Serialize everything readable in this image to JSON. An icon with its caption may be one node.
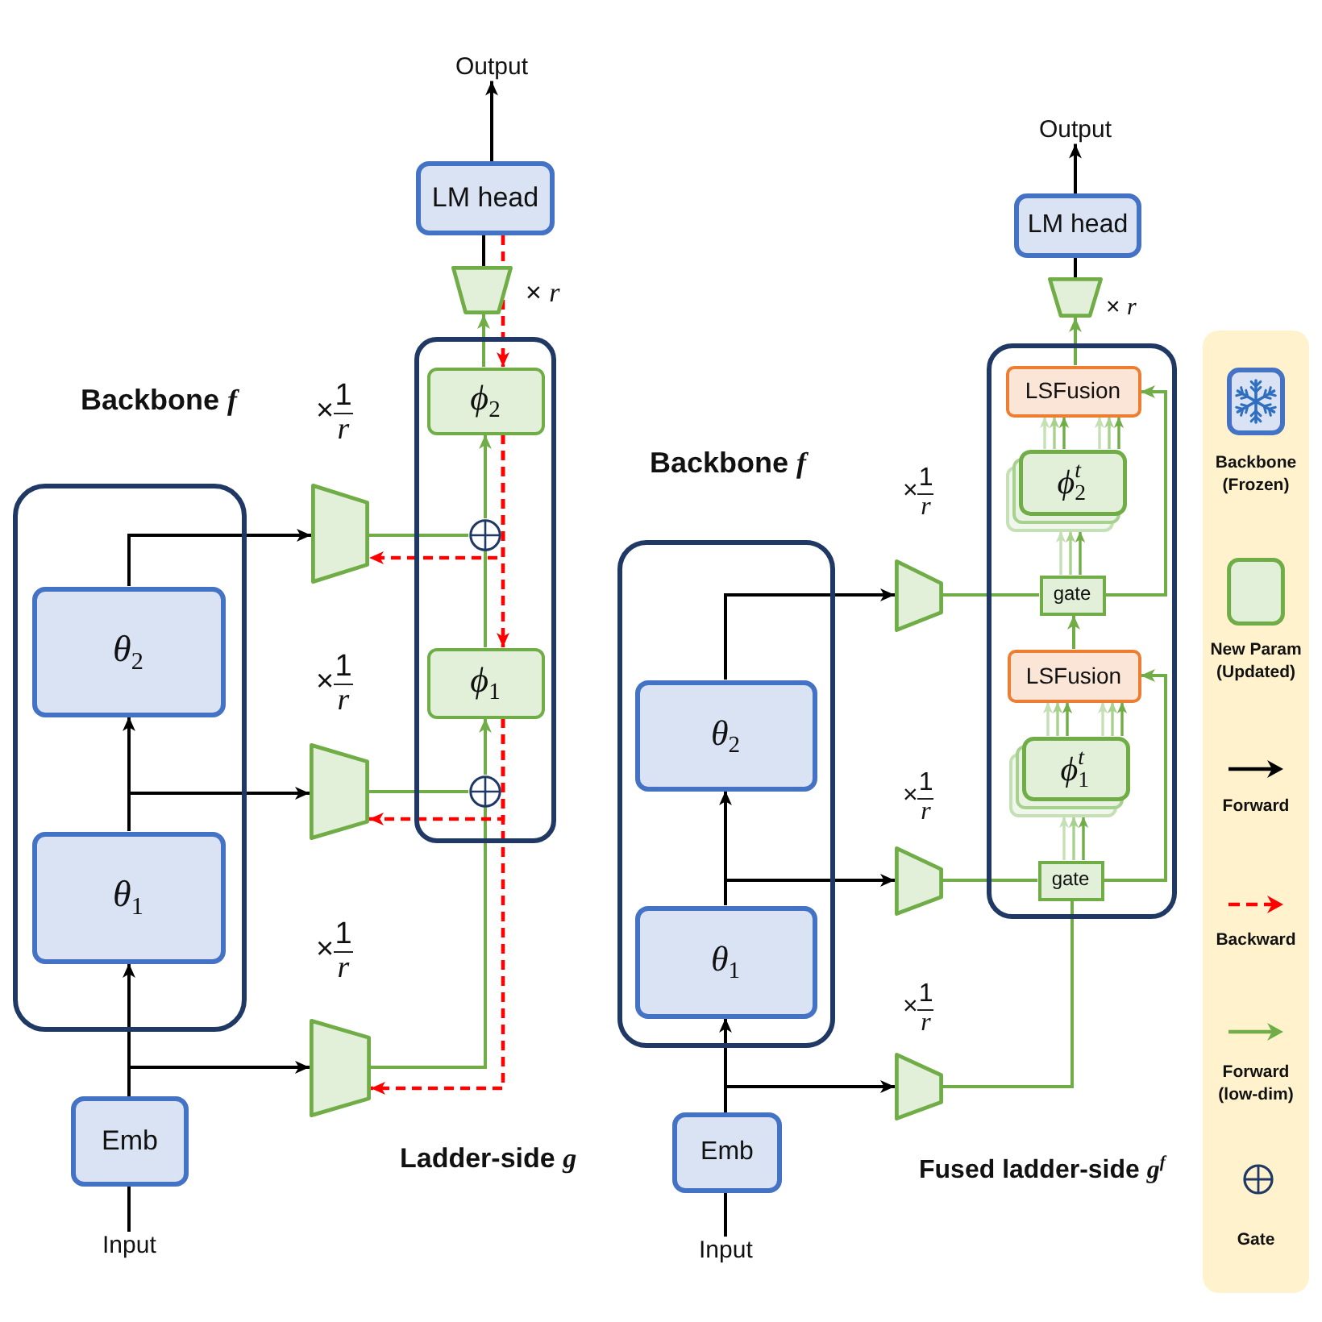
{
  "diagram": {
    "nodes": [
      {
        "text": [
          "Output"
        ]
      },
      {
        "text": [
          "LM head"
        ]
      },
      {
        "text": [],
        "shape": "trapezoid",
        "beside": [
          "× *r*"
        ]
      },
      {
        "text": [],
        "shape": "box"
      },
      {
        "text": [
          "ϕ$_{2}$"
        ],
        "in": 3
      },
      {
        "text": [],
        "shape": "circle",
        "in": 3
      },
      {
        "text": [
          "ϕ$_{1}$"
        ],
        "in": 3
      },
      {
        "text": [],
        "shape": "circle",
        "in": 3
      },
      {
        "text": [],
        "shape": "box"
      },
      {
        "text": [
          "θ$_{2}$"
        ],
        "in": 8
      },
      {
        "text": [
          "θ$_{1}$"
        ],
        "in": 8
      },
      {
        "text": [],
        "shape": "trapezoid",
        "beside": [
          "×$^{1}$$_{r}$"
        ]
      },
      {
        "text": [],
        "shape": "trapezoid",
        "beside": [
          "×$^{1}$$_{r}$"
        ]
      },
      {
        "text": [],
        "shape": "trapezoid",
        "beside": [
          "×$^{1}$$_{r}$"
        ]
      },
      {
        "text": [
          "Emb"
        ]
      },
      {
        "text": [
          "Input"
        ]
      },
      {
        "text": [
          "Output"
        ]
      },
      {
        "text": [
          "LM head"
        ]
      },
      {
        "text": [],
        "shape": "trapezoid",
        "beside": [
          "× *r*"
        ]
      },
      {
        "text": [],
        "shape": "box"
      },
      {
        "text": [
          "LSFusion"
        ],
        "in": 19
      },
      {
        "text": [
          "ϕ$^{t}$$_{2}$"
        ],
        "in": 19
      },
      {
        "text": [
          "gate"
        ],
        "in": 19
      },
      {
        "text": [
          "LSFusion"
        ],
        "in": 19
      },
      {
        "text": [
          "ϕ$^{t}$$_{1}$"
        ],
        "in": 19
      },
      {
        "text": [
          "gate"
        ],
        "in": 19
      },
      {
        "text": [],
        "shape": "box"
      },
      {
        "text": [
          "θ$_{2}$"
        ],
        "in": 26
      },
      {
        "text": [
          "θ$_{1}$"
        ],
        "in": 26
      },
      {
        "text": [],
        "shape": "trapezoid",
        "beside": [
          "×$^{1}$$_{r}$"
        ]
      },
      {
        "text": [],
        "shape": "trapezoid",
        "beside": [
          "×$^{1}$$_{r}$"
        ]
      },
      {
        "text": [],
        "shape": "trapezoid",
        "beside": [
          "×$^{1}$$_{r}$"
        ]
      },
      {
        "text": [
          "Emb"
        ]
      },
      {
        "text": [
          "Input"
        ]
      }
    ],
    "edges": [
      {
        "from": 1,
        "to": 0,
        "arrow": "to",
        "color": "#000000"
      },
      {
        "from": 2,
        "to": 1,
        "arrow": "none",
        "color": "#000000"
      },
      {
        "from": 4,
        "to": 2,
        "arrow": "to"
      },
      {
        "from": 1,
        "to": 4,
        "arrow": "to",
        "style": "dashed",
        "color": "#ff0000"
      },
      {
        "from": 5,
        "to": 4,
        "arrow": "to"
      },
      {
        "from": 6,
        "to": 5,
        "arrow": "none"
      },
      {
        "from": 7,
        "to": 6,
        "arrow": "to"
      },
      {
        "from": 11,
        "to": 5,
        "arrow": "none"
      },
      {
        "from": 12,
        "to": 7,
        "arrow": "none"
      },
      {
        "from": 13,
        "to": 7,
        "arrow": "none"
      },
      {
        "from": 4,
        "to": 11,
        "arrow": "to",
        "style": "dashed",
        "color": "#ff0000"
      },
      {
        "from": 4,
        "to": 6,
        "arrow": "to",
        "style": "dashed",
        "color": "#ff0000"
      },
      {
        "from": 6,
        "to": 12,
        "arrow": "to",
        "style": "dashed",
        "color": "#ff0000"
      },
      {
        "from": 6,
        "to": 13,
        "arrow": "to",
        "style": "dashed",
        "color": "#ff0000"
      },
      {
        "from": 9,
        "to": 11,
        "arrow": "to",
        "color": "#000000"
      },
      {
        "from": 10,
        "to": 9,
        "arrow": "to",
        "color": "#000000"
      },
      {
        "from": 10,
        "to": 12,
        "arrow": "to",
        "color": "#000000"
      },
      {
        "from": 14,
        "to": 10,
        "arrow": "to",
        "color": "#000000"
      },
      {
        "from": 14,
        "to": 13,
        "arrow": "to",
        "color": "#000000"
      },
      {
        "from": 15,
        "to": 14,
        "arrow": "none",
        "color": "#000000"
      },
      {
        "from": 17,
        "to": 16,
        "arrow": "to",
        "color": "#000000"
      },
      {
        "from": 18,
        "to": 17,
        "arrow": "none",
        "color": "#000000"
      },
      {
        "from": 20,
        "to": 18,
        "arrow": "to"
      },
      {
        "from": 21,
        "to": 20,
        "arrow": "to"
      },
      {
        "from": 21,
        "to": 20,
        "arrow": "to"
      },
      {
        "from": 21,
        "to": 20,
        "arrow": "to",
        "color": "#a9d18e"
      },
      {
        "from": 21,
        "to": 20,
        "arrow": "to",
        "color": "#a9d18e"
      },
      {
        "from": 21,
        "to": 20,
        "arrow": "to",
        "color": "#c5e0b4"
      },
      {
        "from": 21,
        "to": 20,
        "arrow": "to",
        "color": "#c5e0b4"
      },
      {
        "from": 22,
        "to": 21,
        "arrow": "to"
      },
      {
        "from": 22,
        "to": 21,
        "arrow": "to",
        "color": "#a9d18e"
      },
      {
        "from": 22,
        "to": 21,
        "arrow": "to",
        "color": "#c5e0b4"
      },
      {
        "from": 23,
        "to": 22,
        "arrow": "to"
      },
      {
        "from": 24,
        "to": 23,
        "arrow": "to"
      },
      {
        "from": 24,
        "to": 23,
        "arrow": "to"
      },
      {
        "from": 24,
        "to": 23,
        "arrow": "to",
        "color": "#a9d18e"
      },
      {
        "from": 24,
        "to": 23,
        "arrow": "to",
        "color": "#a9d18e"
      },
      {
        "from": 24,
        "to": 23,
        "arrow": "to",
        "color": "#c5e0b4"
      },
      {
        "from": 24,
        "to": 23,
        "arrow": "to",
        "color": "#c5e0b4"
      },
      {
        "from": 25,
        "to": 24,
        "arrow": "to"
      },
      {
        "from": 25,
        "to": 24,
        "arrow": "to",
        "color": "#a9d18e"
      },
      {
        "from": 25,
        "to": 24,
        "arrow": "to",
        "color": "#c5e0b4"
      },
      {
        "from": 29,
        "to": 22,
        "arrow": "none"
      },
      {
        "from": 22,
        "to": 20,
        "arrow": "to"
      },
      {
        "from": 30,
        "to": 25,
        "arrow": "none"
      },
      {
        "from": 25,
        "to": 23,
        "arrow": "to"
      },
      {
        "from": 31,
        "to": 25,
        "arrow": "none"
      },
      {
        "from": 27,
        "to": 29,
        "arrow": "to",
        "color": "#000000"
      },
      {
        "from": 28,
        "to": 27,
        "arrow": "to",
        "color": "#000000"
      },
      {
        "from": 28,
        "to": 30,
        "arrow": "to",
        "color": "#000000"
      },
      {
        "from": 32,
        "to": 28,
        "arrow": "to",
        "color": "#000000"
      },
      {
        "from": 32,
        "to": 31,
        "arrow": "to",
        "color": "#000000"
      },
      {
        "from": 33,
        "to": 32,
        "arrow": "none",
        "color": "#000000"
      }
    ],
    "labels": [
      "Backbone *f*",
      "Backbone *f*",
      "Ladder-side *g*",
      "Fused ladder-side *g*$^{f}$"
    ],
    "legend": [
      {
        "text": "Backbone (Frozen)",
        "color": "#dae3f3"
      },
      {
        "text": "New Param (Updated)",
        "color": "#e2f0d9"
      },
      {
        "text": "Forward"
      },
      {
        "text": "Backward"
      },
      {
        "text": "Forward (low-dim)"
      },
      {
        "text": "Gate"
      }
    ]
  }
}
